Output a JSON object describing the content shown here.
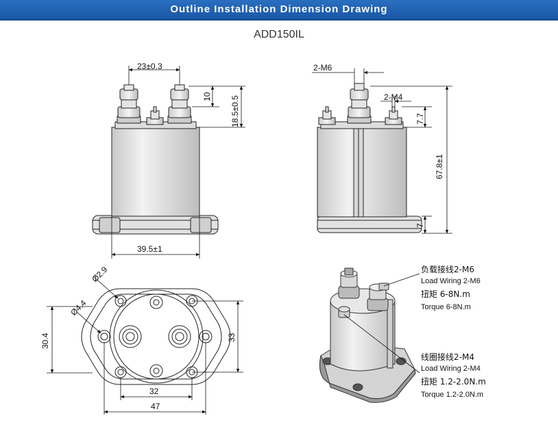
{
  "header": {
    "title": "Outline Installation Dimension Drawing"
  },
  "model": "ADD150IL",
  "dimensions": {
    "terminal_spacing": "23±0.3",
    "terminal_height": "10",
    "stud_total_height": "18.5±0.5",
    "base_width": "39.5±1",
    "load_stud": "2-M6",
    "coil_stud": "2-M4",
    "coil_stud_height": "7.7",
    "total_height": "67.8±1",
    "flange_thickness": "7",
    "hole_small": "Ø2.9",
    "hole_mount": "Ø4.4",
    "bottom_depth": "30.4",
    "mount_spacing_v": "33",
    "mount_spacing_h": "32",
    "flange_width": "47"
  },
  "annotations": {
    "load_cn": "负载接线2-M6",
    "load_en": "Load Wiring 2-M6",
    "load_torque_cn": "扭矩 6-8N.m",
    "load_torque_en": "Torque 6-8N.m",
    "coil_cn": "线圈接线2-M4",
    "coil_en": "Load Wiring 2-M4",
    "coil_torque_cn": "扭矩 1.2-2.0N.m",
    "coil_torque_en": "Torque 1.2-2.0N.m"
  }
}
